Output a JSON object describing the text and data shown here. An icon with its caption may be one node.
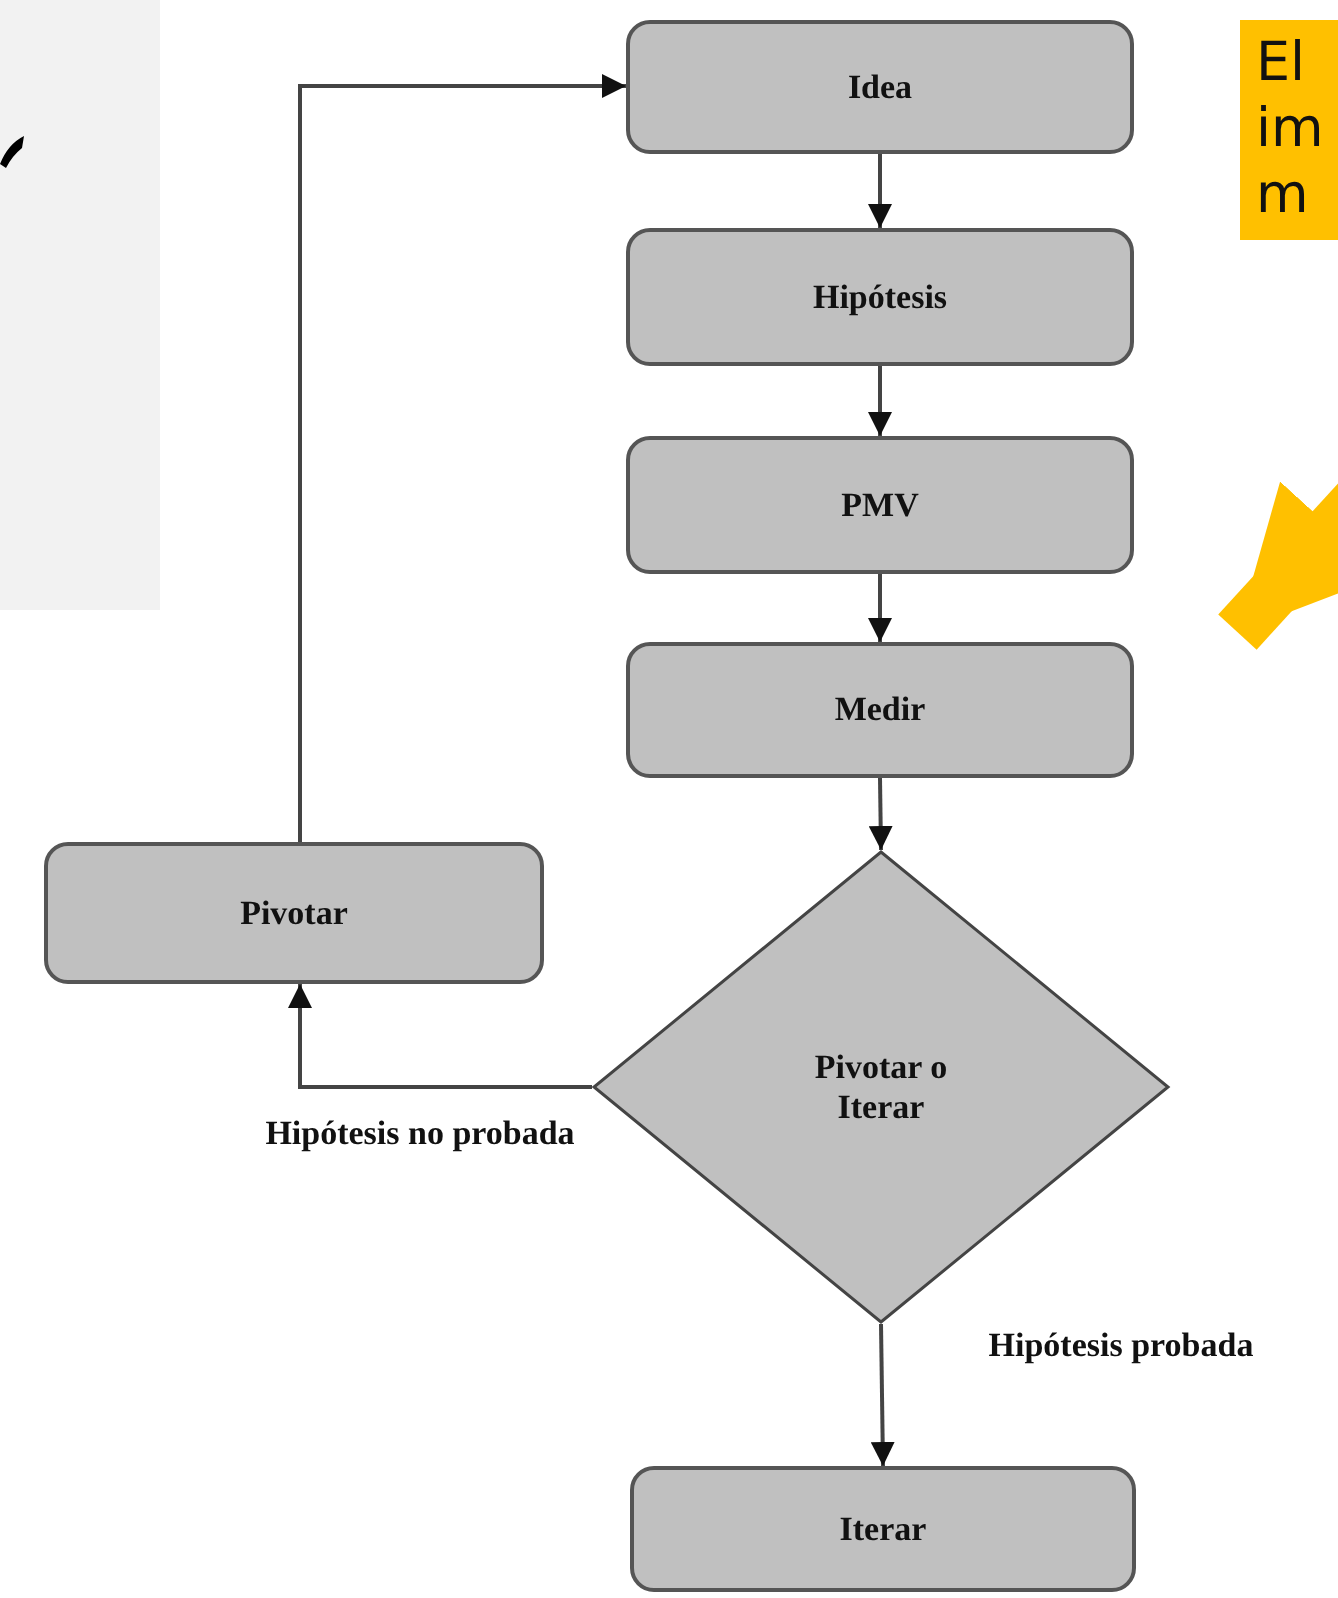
{
  "diagram": {
    "nodes": [
      {
        "text": [
          "Idea"
        ]
      },
      {
        "text": [
          "Hipótesis"
        ]
      },
      {
        "text": [
          "PMV"
        ]
      },
      {
        "text": [
          "Medir"
        ]
      },
      {
        "text": [
          "Pivotar o Iterar"
        ]
      },
      {
        "text": [
          "Pivotar"
        ]
      },
      {
        "text": [
          "Iterar"
        ]
      },
      {
        "text": [
          "El im m"
        ]
      }
    ],
    "edges": [
      {
        "from": 0,
        "to": 1,
        "arrow": "to"
      },
      {
        "from": 1,
        "to": 2,
        "arrow": "to"
      },
      {
        "from": 2,
        "to": 3,
        "arrow": "to"
      },
      {
        "from": 3,
        "to": 4,
        "arrow": "to"
      },
      {
        "from": 4,
        "to": 5,
        "arrow": "to",
        "label": "Hipótesis no probada"
      },
      {
        "from": 5,
        "to": 0,
        "arrow": "to"
      },
      {
        "from": 4,
        "to": 6,
        "arrow": "to",
        "label": "Hipótesis probada"
      },
      {
        "from": null,
        "to": 3,
        "arrow": "to",
        "style": "thick",
        "color": "#ffc000"
      }
    ]
  }
}
